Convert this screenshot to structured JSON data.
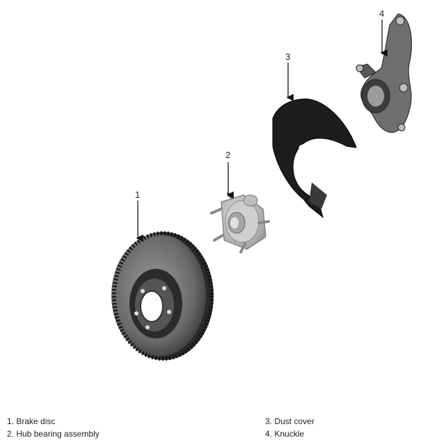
{
  "callouts": [
    {
      "number": "1"
    },
    {
      "number": "2"
    },
    {
      "number": "3"
    },
    {
      "number": "4"
    }
  ],
  "legend": [
    {
      "text": "1. Brake disc"
    },
    {
      "text": "2. Hub bearing assembly"
    },
    {
      "text": "3. Dust cover"
    },
    {
      "text": "4. Knuckle"
    }
  ],
  "colors": {
    "part_dark": "#1e1e1e",
    "part_mid": "#6e6e6e",
    "part_light": "#b9b9b9",
    "metal": "#cfcfcf"
  }
}
